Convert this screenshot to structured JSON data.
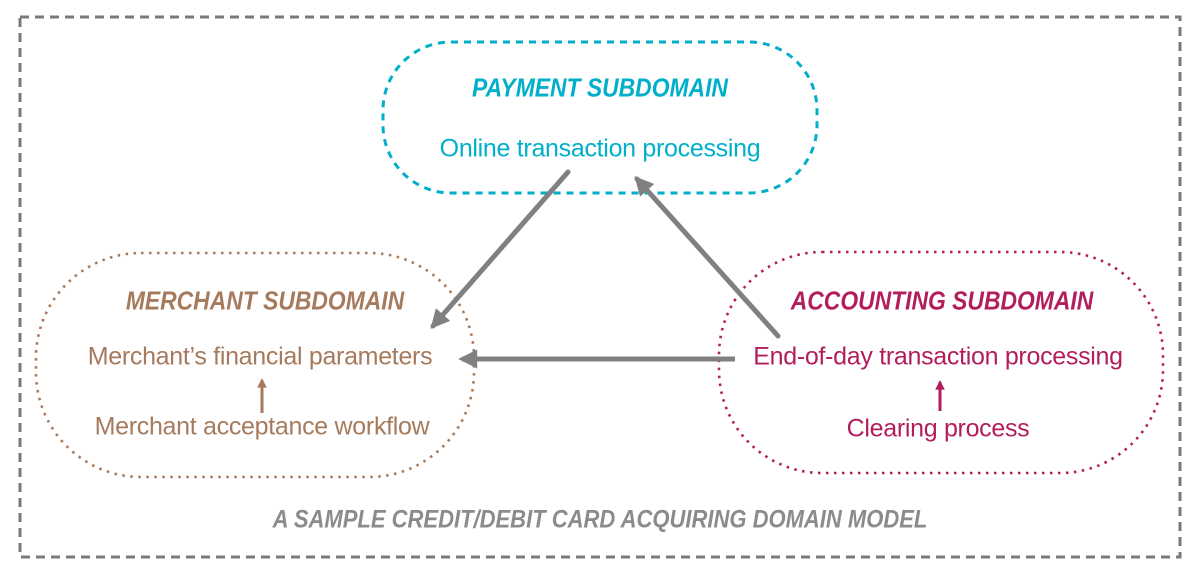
{
  "diagram": {
    "caption": "A SAMPLE CREDIT/DEBIT CARD ACQUIRING DOMAIN MODEL",
    "nodes": {
      "payment": {
        "title": "PAYMENT SUBDOMAIN",
        "item": "Online transaction processing",
        "border_style": "dashed"
      },
      "merchant": {
        "title": "MERCHANT SUBDOMAIN",
        "item1": "Merchant’s financial parameters",
        "item2": "Merchant acceptance workflow",
        "border_style": "dotted"
      },
      "accounting": {
        "title": "ACCOUNTING SUBDOMAIN",
        "item1": "End-of-day transaction processing",
        "item2": "Clearing process",
        "border_style": "dotted"
      }
    },
    "edges": [
      {
        "from": "payment-subdomain",
        "to": "merchant-subdomain",
        "style": "solid-gray-arrow"
      },
      {
        "from": "accounting-subdomain",
        "to": "payment-subdomain",
        "style": "solid-gray-arrow"
      },
      {
        "from": "accounting-subdomain",
        "to": "merchant-subdomain",
        "style": "solid-gray-arrow"
      },
      {
        "from": "merchant-acceptance-workflow",
        "to": "merchants-financial-parameters",
        "style": "small-brown-arrow"
      },
      {
        "from": "clearing-process",
        "to": "end-of-day-transaction-processing",
        "style": "small-crimson-arrow"
      }
    ],
    "colors": {
      "cyan": "#00AFC9",
      "brown": "#A67A5C",
      "crimson": "#B21E5C",
      "arrow_gray": "#808080",
      "outer_border_gray": "#7A7A7A",
      "caption_gray": "#8B8B8B"
    }
  }
}
